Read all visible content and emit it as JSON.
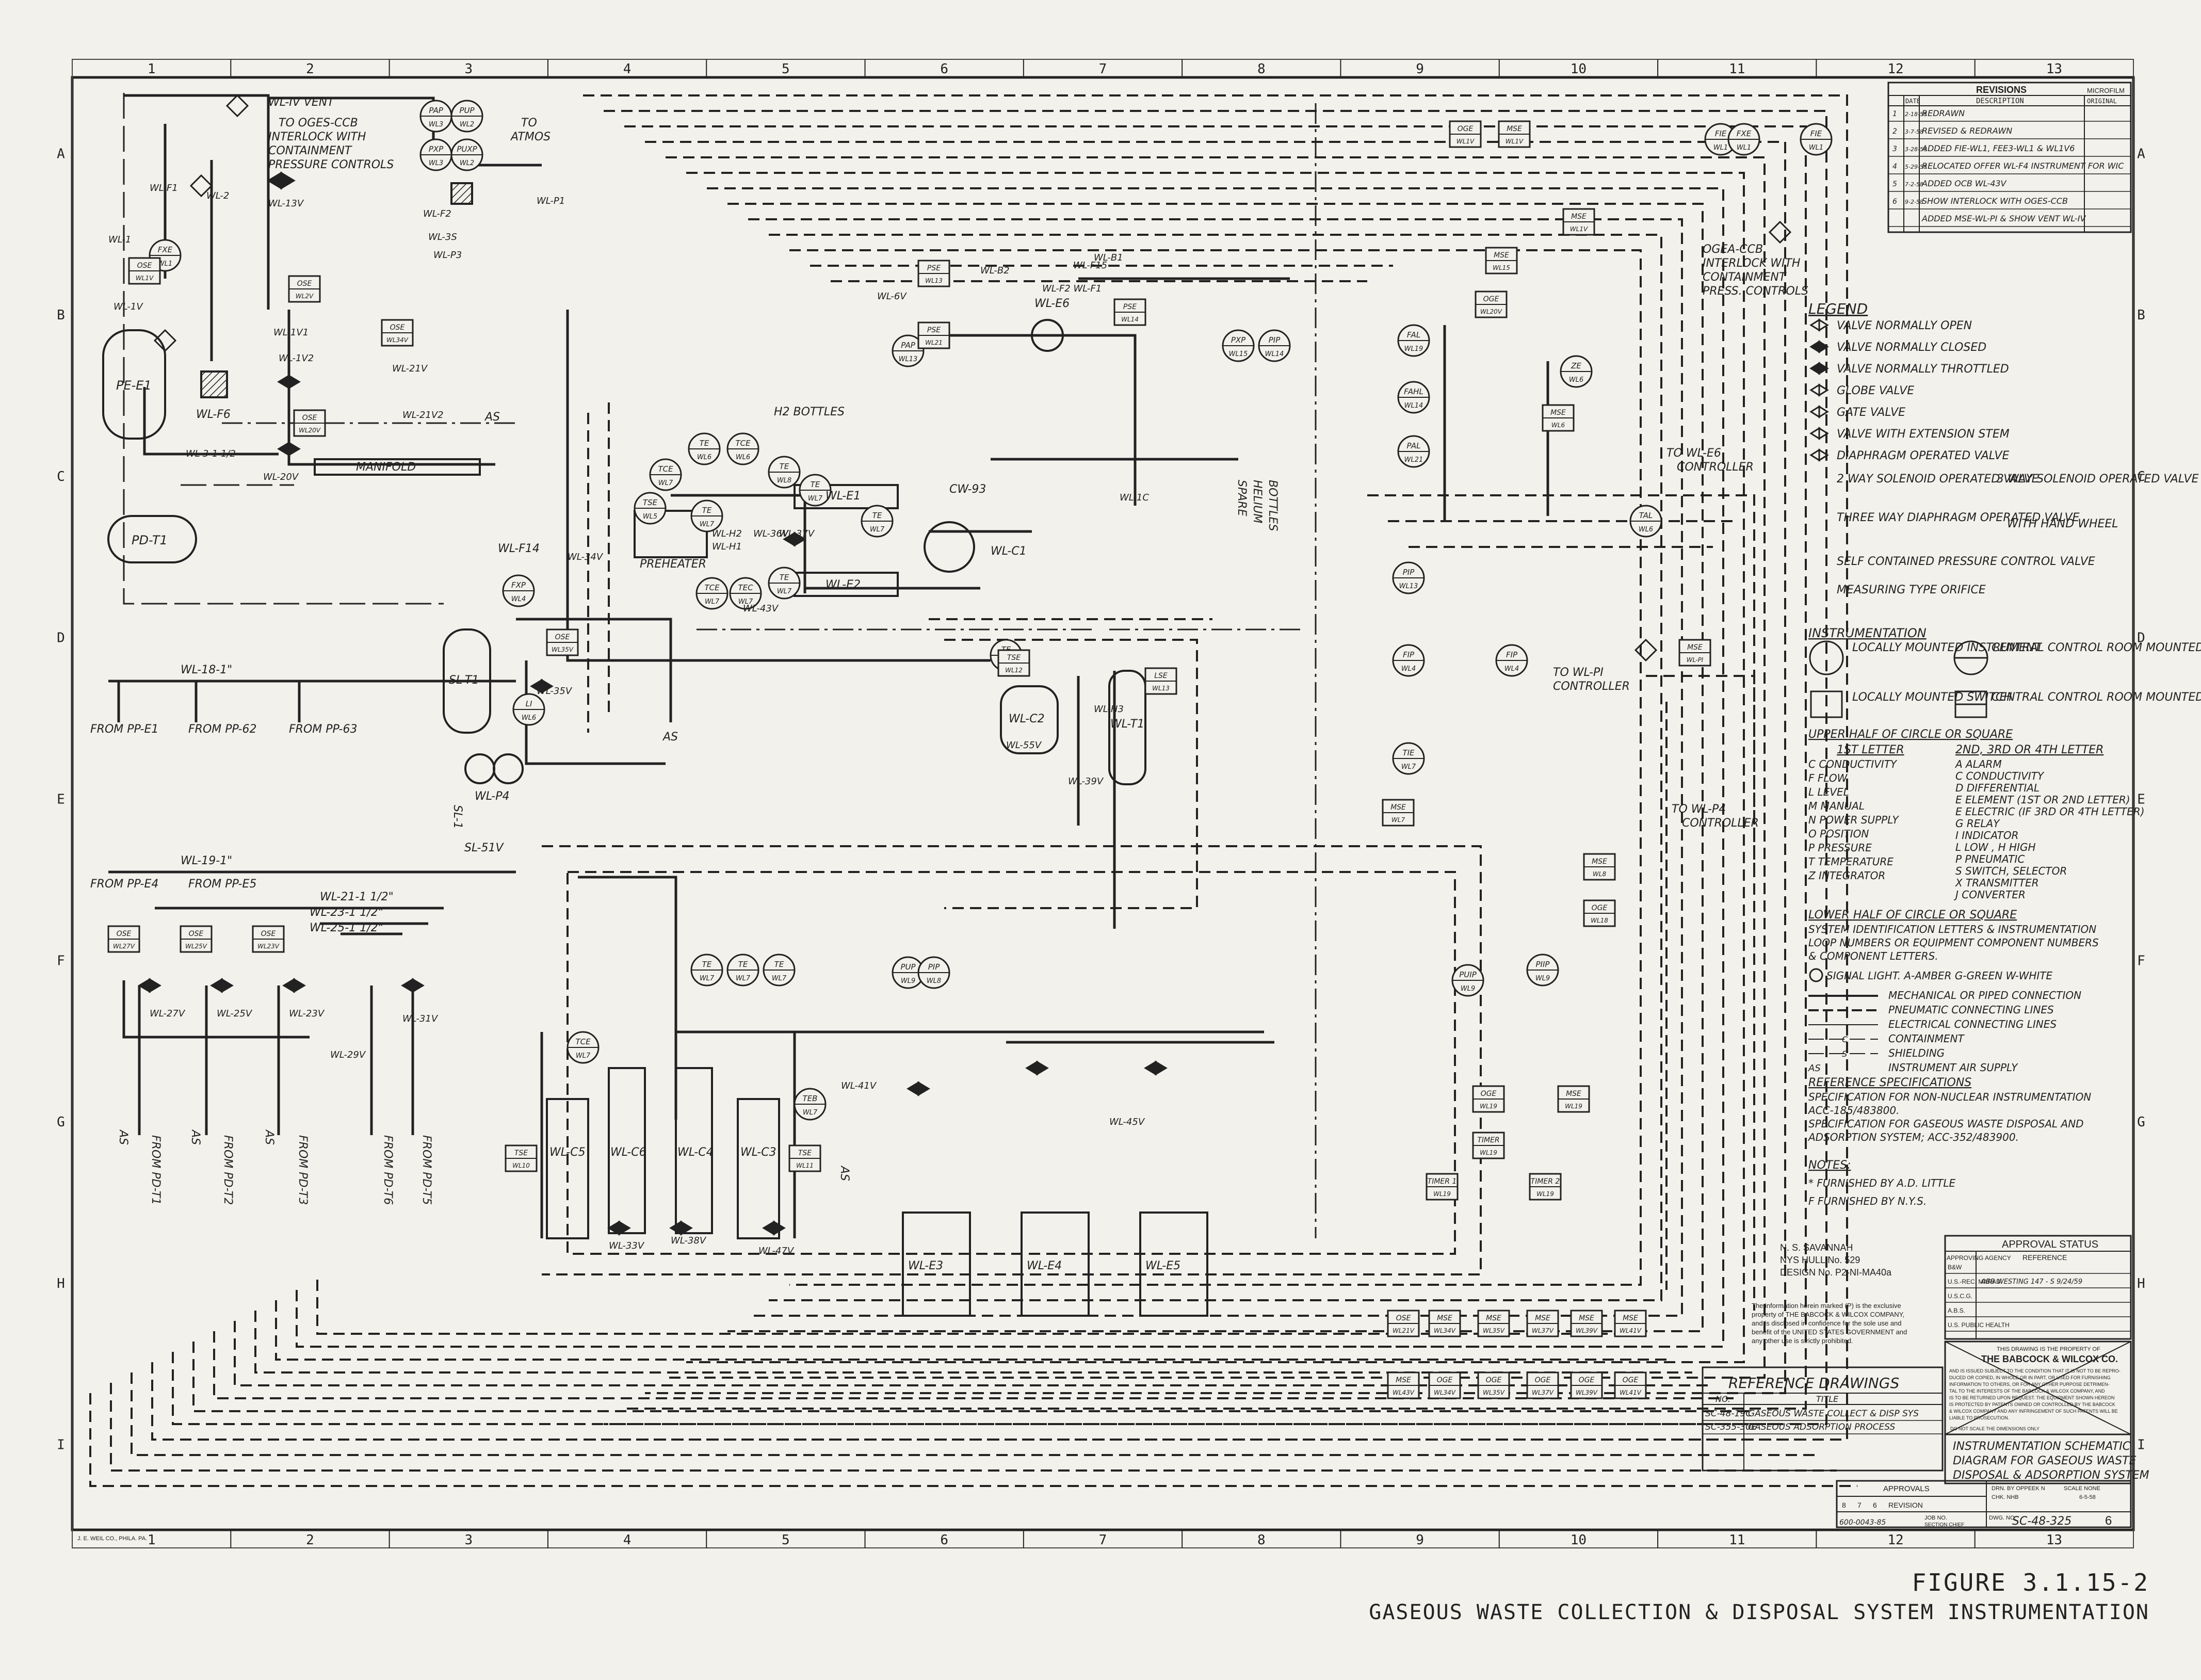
{
  "grid": {
    "columns": [
      "1",
      "2",
      "3",
      "4",
      "5",
      "6",
      "7",
      "8",
      "9",
      "10",
      "11",
      "12",
      "13"
    ],
    "rows": [
      "A",
      "B",
      "C",
      "D",
      "E",
      "F",
      "G",
      "H",
      "I"
    ]
  },
  "revisions": {
    "title": "REVISIONS",
    "microfilm": "MICROFILM",
    "header_date": "DATE",
    "header_description": "DESCRIPTION",
    "header_original": "ORIGINAL",
    "rows": [
      {
        "rev": "1",
        "date": "2-18-58",
        "desc": "REDRAWN"
      },
      {
        "rev": "2",
        "date": "3-7-58",
        "desc": "REVISED & REDRAWN"
      },
      {
        "rev": "3",
        "date": "3-28-58",
        "desc": "ADDED FIE-WL1, FEE3-WL1 & WL1V6"
      },
      {
        "rev": "4",
        "date": "5-29-58",
        "desc": "RELOCATED OFFER WL-F4 INSTRUMENT FOR WIC"
      },
      {
        "rev": "5",
        "date": "7-2-58",
        "desc": "ADDED OCB WL-43V"
      },
      {
        "rev": "6",
        "date": "9-2-58",
        "desc": "SHOW INTERLOCK WITH OGES-CCB"
      },
      {
        "rev": "",
        "date": "",
        "desc": "ADDED MSE-WL-PI & SHOW VENT WL-IV"
      }
    ]
  },
  "legend": {
    "title": "LEGEND",
    "items": [
      "VALVE NORMALLY OPEN",
      "VALVE NORMALLY CLOSED",
      "VALVE NORMALLY THROTTLED",
      "GLOBE VALVE",
      "GATE VALVE",
      "VALVE WITH EXTENSION STEM",
      "DIAPHRAGM OPERATED VALVE"
    ],
    "solenoid2": "2 WAY SOLENOID OPERATED VALVE",
    "solenoid3": "3 WAY SOLENOID OPERATED VALVE",
    "three_way_diaphragm": "THREE WAY DIAPHRAGM OPERATED VALVE",
    "hand_wheel": "WITH HAND WHEEL",
    "pcv": "SELF CONTAINED PRESSURE CONTROL VALVE",
    "orifice": "MEASURING TYPE ORIFICE",
    "instrumentation_title": "INSTRUMENTATION",
    "locally_mounted_instrument": "LOCALLY MOUNTED INSTRUMENT",
    "central_instrument": "CENTRAL CONTROL ROOM MOUNTED INSTRUMENT",
    "locally_mounted_switch": "LOCALLY MOUNTED SWITCH",
    "central_switch": "CENTRAL CONTROL ROOM MOUNTED SWITCH",
    "upper_half_title": "UPPER HALF OF CIRCLE OR SQUARE",
    "first_letter": "1ST LETTER",
    "later_letter": "2ND, 3RD OR 4TH LETTER",
    "letters_left": [
      "C  CONDUCTIVITY",
      "F  FLOW",
      "L  LEVEL",
      "M  MANUAL",
      "N  POWER SUPPLY",
      "O  POSITION",
      "P  PRESSURE",
      "T  TEMPERATURE",
      "Z  INTEGRATOR"
    ],
    "letters_right": [
      "A  ALARM",
      "C  CONDUCTIVITY",
      "D  DIFFERENTIAL",
      "E  ELEMENT (1ST OR 2ND LETTER)",
      "E  ELECTRIC (IF 3RD OR 4TH LETTER)",
      "G  RELAY",
      "I  INDICATOR",
      "L  LOW , H HIGH",
      "P  PNEUMATIC",
      "S  SWITCH, SELECTOR",
      "X  TRANSMITTER",
      "J  CONVERTER"
    ],
    "lower_half_title": "LOWER HALF OF CIRCLE OR SQUARE",
    "lower_half_text": [
      "SYSTEM IDENTIFICATION LETTERS & INSTRUMENTATION",
      "LOOP NUMBERS OR EQUIPMENT COMPONENT NUMBERS",
      "& COMPONENT LETTERS."
    ],
    "signal_light": "SIGNAL LIGHT.  A-AMBER  G-GREEN  W-WHITE",
    "lines": [
      "MECHANICAL OR PIPED CONNECTION",
      "PNEUMATIC CONNECTING LINES",
      "ELECTRICAL CONNECTING LINES",
      "CONTAINMENT",
      "SHIELDING",
      "INSTRUMENT AIR SUPPLY"
    ],
    "containment_mark": "C",
    "shielding_mark": "S",
    "as_mark": "AS",
    "ref_spec_title": "REFERENCE SPECIFICATIONS",
    "ref_spec_lines": [
      "SPECIFICATION FOR NON-NUCLEAR INSTRUMENTATION",
      "ACC-185/483800.",
      "SPECIFICATION FOR GASEOUS WASTE DISPOSAL AND",
      "ADSORPTION SYSTEM; ACC-352/483900."
    ],
    "notes_title": "NOTES:",
    "notes": [
      "*  FURNISHED BY A.D. LITTLE",
      "F  FURNISHED BY N.Y.S."
    ]
  },
  "approval": {
    "title": "APPROVAL STATUS",
    "col_agency": "APPROVING AGENCY",
    "col_reference": "REFERENCE",
    "rows": [
      {
        "agency": "B&W",
        "ref": ""
      },
      {
        "agency": "U.S.-REC. MARAD",
        "ref": "ABB WESTING 147 - S 9/24/59"
      },
      {
        "agency": "U.S.C.G.",
        "ref": ""
      },
      {
        "agency": "A.B.S.",
        "ref": ""
      },
      {
        "agency": "U.S. PUBLIC HEALTH",
        "ref": ""
      }
    ]
  },
  "ship": {
    "line1": "N. S. SAVANNAH",
    "line2": "NYS HULL No. 529",
    "line3": "DESIGN No. P2-NI-MA40a"
  },
  "proprietary": [
    "The information herein marked (P) is the exclusive",
    "property of THE BABCOCK & WILCOX COMPANY,",
    "and is disclosed in confidence for the sole use and",
    "benefit of the UNITED STATES GOVERNMENT and",
    "any other use is strictly prohibited."
  ],
  "bw_box": {
    "line1": "THIS DRAWING IS THE PROPERTY OF",
    "line2": "THE BABCOCK & WILCOX CO.",
    "small": [
      "AND IS ISSUED SUBJECT TO THE CONDITION THAT IT IS NOT TO BE REPRO-",
      "DUCED OR COPIED, IN WHOLE OR IN PART, OR USED FOR FURNISHING",
      "INFORMATION TO OTHERS, OR FOR ANY OTHER PURPOSE DETRIMEN-",
      "TAL TO THE INTERESTS OF THE BABCOCK & WILCOX COMPANY, AND",
      "IS TO BE RETURNED UPON REQUEST. THE EQUIPMENT SHOWN HEREON",
      "IS PROTECTED BY PATENTS OWNED OR CONTROLLED BY THE BABCOCK",
      "& WILCOX COMPANY AND ANY INFRINGEMENT OF SUCH PATENTS WILL BE",
      "LIABLE TO PROSECUTION."
    ],
    "scale_note": "DO NOT SCALE THE DIMENSIONS ONLY"
  },
  "ref_drawings": {
    "title": "REFERENCE DRAWINGS",
    "col_no": "NO.",
    "col_title": "TITLE",
    "rows": [
      {
        "no": "SC-48-19C",
        "title": "GASEOUS WASTE COLLECT & DISP SYS"
      },
      {
        "no": "SC-355-30E",
        "title": "GASEOUS ADSORPTION PROCESS"
      }
    ]
  },
  "title_block": {
    "title_lines": [
      "INSTRUMENTATION SCHEMATIC",
      "DIAGRAM FOR GASEOUS WASTE",
      "DISPOSAL & ADSORPTION SYSTEM"
    ],
    "approvals": "APPROVALS",
    "revision": "REVISION",
    "rev_numbers": [
      "8",
      "7",
      "6"
    ],
    "drawn_by": "DRN. BY OPPEEK N",
    "checked": "CHK. NHB",
    "scale": "SCALE NONE",
    "date": "6-5-58",
    "job_no": "JOB NO.",
    "section": "SECTION CHIEF",
    "order_no": "600-0043-85",
    "dwg_no": "SC-48-325",
    "dwg_label": "DWG. NO.",
    "sheet": "6"
  },
  "bottom_stamp": "J. E. WEIL CO., PHILA. PA.",
  "figure": {
    "number": "FIGURE  3.1.15-2",
    "caption": "GASEOUS WASTE COLLECTION & DISPOSAL SYSTEM INSTRUMENTATION"
  },
  "diagram": {
    "vent": "WL-IV VENT",
    "interlock_top": [
      "TO OGES-CCB",
      "INTERLOCK WITH",
      "CONTAINMENT",
      "PRESSURE CONTROLS"
    ],
    "atmos": [
      "TO",
      "ATMOS"
    ],
    "interlock_right": [
      "OGEA-CCB",
      "INTERLOCK WITH",
      "CONTAINMENT",
      "PRESS. CONTROLS"
    ],
    "manifold": "MANIFOLD",
    "preheater": "PREHEATER",
    "h2_bottles": "H2 BOTTLES",
    "helium_bottles": [
      "SPARE",
      "HELIUM",
      "BOTTLES"
    ],
    "cw": "CW-93",
    "to_wl_e6": [
      "TO WL-E6",
      "CONTROLLER"
    ],
    "to_wl_pi": [
      "TO WL-PI",
      "CONTROLLER"
    ],
    "to_wl_p4": [
      "TO WL-P4",
      "CONTROLLER"
    ],
    "from_pp": [
      "FROM PP-E1",
      "FROM PP-62",
      "FROM PP-63",
      "FROM PP-E4",
      "FROM PP-E5"
    ],
    "from_pd_vertical": [
      "FROM PD-T1",
      "FROM PD-T2",
      "FROM PD-T3",
      "FROM PD-T6",
      "FROM PD-T5"
    ],
    "lines_left": [
      "WL-18-1\"",
      "WL-19-1\"",
      "WL-21-1 1/2\"",
      "WL-23-1 1/2\"",
      "WL-25-1 1/2\""
    ],
    "equipment": {
      "pe_e1": "PE-E1",
      "pd_t1": "PD-T1",
      "sl_t1": "SL-T1",
      "sl_1": "SL-1",
      "sl_51v": "SL-51V",
      "wl_p4": "WL-P4",
      "wl_c1": "WL-C1",
      "wl_c2": "WL-C2",
      "wl_t1": "WL-T1",
      "wl_e1": "WL-E1",
      "wl_e2": "WL-E2",
      "wl_e3": "WL-E3",
      "wl_e4": "WL-E4",
      "wl_e5": "WL-E5",
      "wl_e6": "WL-E6",
      "wl_c5": "WL-C5",
      "wl_c6": "WL-C6",
      "wl_c4": "WL-C4",
      "wl_c3": "WL-C3",
      "wl_f6": "WL-F6",
      "wl_f14": "WL-F14"
    },
    "instruments": [
      {
        "top": "FXE",
        "bot": "WL1"
      },
      {
        "top": "PAP",
        "bot": "WL3"
      },
      {
        "top": "PUP",
        "bot": "WL2"
      },
      {
        "top": "PXP",
        "bot": "WL3"
      },
      {
        "top": "PUXP",
        "bot": "WL2"
      },
      {
        "top": "FXP",
        "bot": "WL4"
      },
      {
        "top": "TSE",
        "bot": "WL5"
      },
      {
        "top": "TCE",
        "bot": "WL7"
      },
      {
        "top": "TE",
        "bot": "WL6"
      },
      {
        "top": "TCE",
        "bot": "WL6"
      },
      {
        "top": "TE",
        "bot": "WL7"
      },
      {
        "top": "TE",
        "bot": "WL8"
      },
      {
        "top": "TE",
        "bot": "WL7"
      },
      {
        "top": "TE",
        "bot": "WL7"
      },
      {
        "top": "TEC",
        "bot": "WL7"
      },
      {
        "top": "TCE",
        "bot": "WL7"
      },
      {
        "top": "TE",
        "bot": "WL7"
      },
      {
        "top": "PAP",
        "bot": "WL13"
      },
      {
        "top": "PXP",
        "bot": "WL15"
      },
      {
        "top": "PIP",
        "bot": "WL14"
      },
      {
        "top": "FIE",
        "bot": "WL1"
      },
      {
        "top": "FXE",
        "bot": "WL1"
      },
      {
        "top": "FIE",
        "bot": "WL1"
      },
      {
        "top": "FAL",
        "bot": "WL19"
      },
      {
        "top": "FAHL",
        "bot": "WL14"
      },
      {
        "top": "PAL",
        "bot": "WL21"
      },
      {
        "top": "ZE",
        "bot": "WL6"
      },
      {
        "top": "PIP",
        "bot": "WL13"
      },
      {
        "top": "FIP",
        "bot": "WL4"
      },
      {
        "top": "FIP",
        "bot": "WL4"
      },
      {
        "top": "TAL",
        "bot": "WL6"
      },
      {
        "top": "TIE",
        "bot": "WL7"
      },
      {
        "top": "TE",
        "bot": "WL7"
      },
      {
        "top": "TE",
        "bot": "WL7"
      },
      {
        "top": "PUP",
        "bot": "WL9"
      },
      {
        "top": "PIP",
        "bot": "WL8"
      },
      {
        "top": "TE",
        "bot": "WL7"
      },
      {
        "top": "TE",
        "bot": "WL7"
      },
      {
        "top": "PUIP",
        "bot": "WL9"
      },
      {
        "top": "PIIP",
        "bot": "WL9"
      },
      {
        "top": "TCE",
        "bot": "WL7"
      },
      {
        "top": "TEB",
        "bot": "WL7"
      },
      {
        "top": "LI",
        "bot": "WL6"
      }
    ],
    "switch_boxes": [
      {
        "top": "OSE",
        "bot": "WL1V"
      },
      {
        "top": "OSE",
        "bot": "WL2V"
      },
      {
        "top": "OSE",
        "bot": "WL20V"
      },
      {
        "top": "OSE",
        "bot": "WL34V"
      },
      {
        "top": "OSE",
        "bot": "WL35V"
      },
      {
        "top": "PSE",
        "bot": "WL13"
      },
      {
        "top": "PSE",
        "bot": "WL21"
      },
      {
        "top": "PSE",
        "bot": "WL14"
      },
      {
        "top": "TSE",
        "bot": "WL12"
      },
      {
        "top": "LSE",
        "bot": "WL13"
      },
      {
        "top": "OGE",
        "bot": "WL1V"
      },
      {
        "top": "MSE",
        "bot": "WL1V"
      },
      {
        "top": "MSE",
        "bot": "WL1V"
      },
      {
        "top": "MSE",
        "bot": "WL15"
      },
      {
        "top": "OGE",
        "bot": "WL20V"
      },
      {
        "top": "MSE",
        "bot": "WL6"
      },
      {
        "top": "MSE",
        "bot": "WL-PI"
      },
      {
        "top": "MSE",
        "bot": "WL7"
      },
      {
        "top": "MSE",
        "bot": "WL8"
      },
      {
        "top": "OGE",
        "bot": "WL18"
      },
      {
        "top": "MSE",
        "bot": "WL19"
      },
      {
        "top": "OGE",
        "bot": "WL19"
      },
      {
        "top": "TIMER",
        "bot": "WL19"
      },
      {
        "top": "TIMER 1",
        "bot": "WL19"
      },
      {
        "top": "TIMER 2",
        "bot": "WL19"
      },
      {
        "top": "TSE",
        "bot": "WL10"
      },
      {
        "top": "TSE",
        "bot": "WL11"
      },
      {
        "top": "OSE",
        "bot": "WL27V"
      },
      {
        "top": "OSE",
        "bot": "WL25V"
      },
      {
        "top": "OSE",
        "bot": "WL23V"
      },
      {
        "top": "OSE",
        "bot": "WL21V"
      },
      {
        "top": "MSE",
        "bot": "WL34V"
      },
      {
        "top": "MSE",
        "bot": "WL35V"
      },
      {
        "top": "MSE",
        "bot": "WL37V"
      },
      {
        "top": "MSE",
        "bot": "WL39V"
      },
      {
        "top": "MSE",
        "bot": "WL41V"
      },
      {
        "top": "MSE",
        "bot": "WL43V"
      },
      {
        "top": "OGE",
        "bot": "WL34V"
      },
      {
        "top": "OGE",
        "bot": "WL35V"
      },
      {
        "top": "OGE",
        "bot": "WL37V"
      },
      {
        "top": "OGE",
        "bot": "WL39V"
      },
      {
        "top": "OGE",
        "bot": "WL41V"
      }
    ],
    "valve_labels": [
      "WL-13V",
      "WL-2",
      "WL-F1",
      "WL-1",
      "WL-1V",
      "WL-1V1",
      "WL-1V2",
      "WL-20V",
      "WL-3-1 1/2",
      "WL-21V",
      "WL-21V2",
      "WL-F2",
      "WL-3S",
      "WL-P3",
      "WL-P1",
      "WL-F15",
      "WL-B1",
      "WL-B2",
      "WL-6V",
      "WL-35V",
      "WL-43V",
      "WL-36V",
      "WL-37V",
      "WL-39V",
      "WL-41V",
      "WL-45V",
      "WL-33V",
      "WL-38V",
      "WL-H2",
      "WL-H1",
      "WL-H3",
      "WL-34V",
      "WL-F2 WL-F1",
      "WL-1C",
      "WL-27V",
      "WL-25V",
      "WL-23V",
      "WL-29V",
      "WL-31V",
      "WL-47V",
      "WL-55V"
    ],
    "as_labels": [
      "AS",
      "AS",
      "AS",
      "AS",
      "AS",
      "AS"
    ]
  }
}
